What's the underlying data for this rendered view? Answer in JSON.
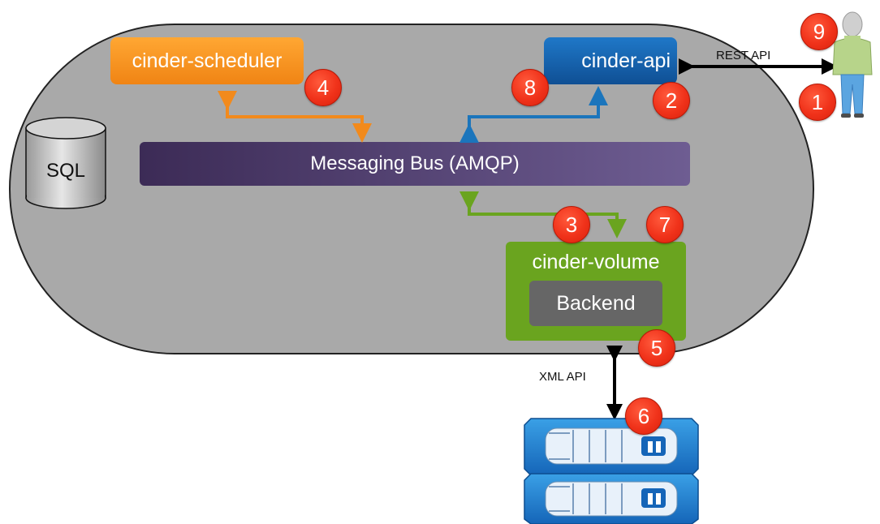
{
  "components": {
    "scheduler": "cinder-scheduler",
    "api": "cinder-api",
    "bus": "Messaging Bus (AMQP)",
    "volume": "cinder-volume",
    "backend": "Backend",
    "sql": "SQL"
  },
  "labels": {
    "rest_api": "REST API",
    "xml_api": "XML API"
  },
  "steps": [
    "1",
    "2",
    "3",
    "4",
    "5",
    "6",
    "7",
    "8",
    "9"
  ],
  "colors": {
    "cloud": "#a9a9a9",
    "scheduler": "#f7931e",
    "api": "#1765b0",
    "bus": "#4b3a6c",
    "volume": "#6aa41f",
    "backend": "#666666",
    "badge": "#f0321a",
    "arrow_orange": "#f28a1c",
    "arrow_blue": "#1b75bc",
    "arrow_green": "#6aa41f",
    "arrow_black": "#000000"
  },
  "icons": {
    "user": "user-icon",
    "storage": "storage-array-icon",
    "database": "database-icon"
  }
}
